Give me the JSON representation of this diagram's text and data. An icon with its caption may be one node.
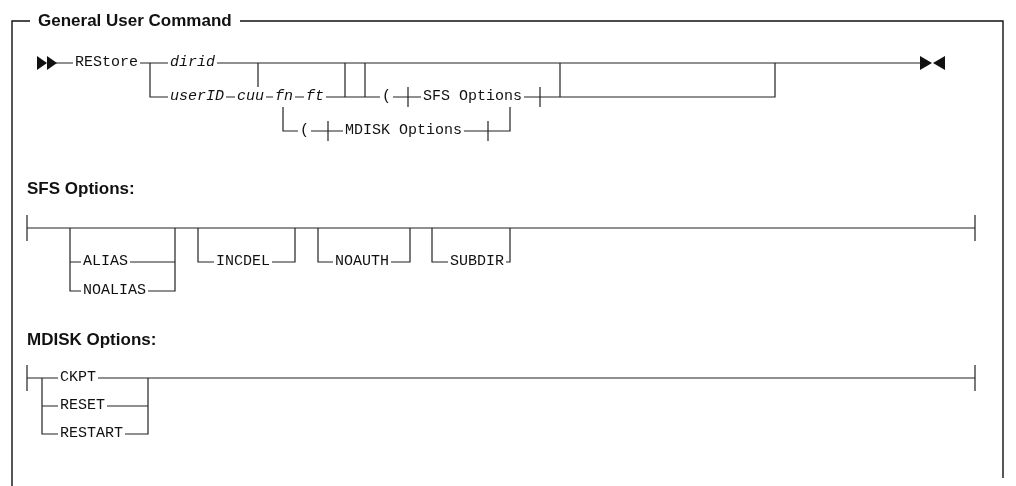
{
  "diagram": {
    "title": "General User Command",
    "labels": [
      "REStore",
      "dirid",
      "userID",
      "cuu",
      "fn",
      "ft",
      "(",
      "SFS Options",
      "(",
      "MDISK Options",
      "SFS Options:",
      "ALIAS",
      "NOALIAS",
      "INCDEL",
      "NOAUTH",
      "SUBDIR",
      "MDISK Options:",
      "CKPT",
      "RESET",
      "RESTART"
    ]
  }
}
